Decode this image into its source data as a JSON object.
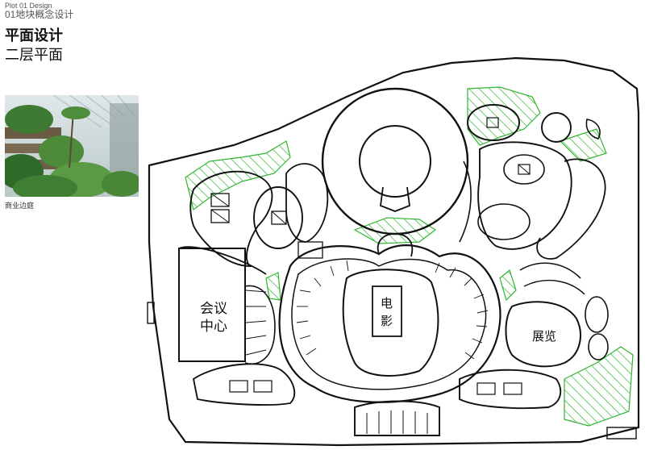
{
  "header": {
    "plot_label": "Plot 01 Design",
    "subtitle": "01地块概念设计"
  },
  "titles": {
    "main": "平面设计",
    "floor": "二层平面"
  },
  "photo": {
    "caption": "商业边庭"
  },
  "plan_labels": {
    "left_block": [
      "会议",
      "中心"
    ],
    "center_block": [
      "电",
      "影"
    ],
    "right_block": "展览"
  },
  "colors": {
    "ink": "#111111",
    "hatch": "#2fb52f"
  }
}
